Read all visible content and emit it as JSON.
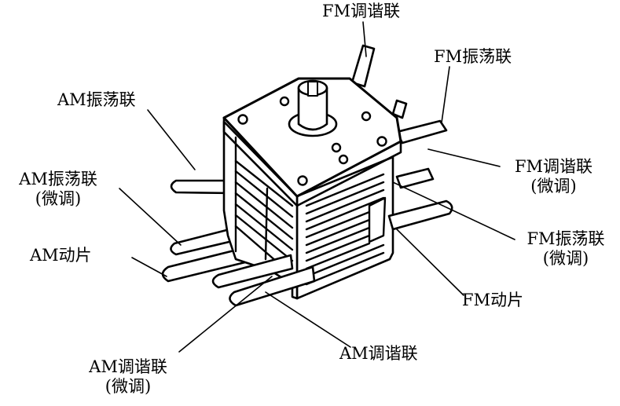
{
  "labels": {
    "fm_tuning_top": "FM调谐联",
    "fm_osc_top": "FM振荡联",
    "am_osc_top": "AM振荡联",
    "am_osc_fine": [
      "AM振荡联",
      "(微调)"
    ],
    "fm_tuning_fine": [
      "FM调谐联",
      "(微调)"
    ],
    "am_rotor": "AM动片",
    "fm_osc_fine": [
      "FM振荡联",
      "(微调)"
    ],
    "fm_rotor": "FM动片",
    "am_tuning_bottom": "AM调谐联",
    "am_tuning_fine": [
      "AM调谐联",
      "(微调)"
    ]
  },
  "colors": {
    "ink": "#000000",
    "paper": "#ffffff"
  }
}
